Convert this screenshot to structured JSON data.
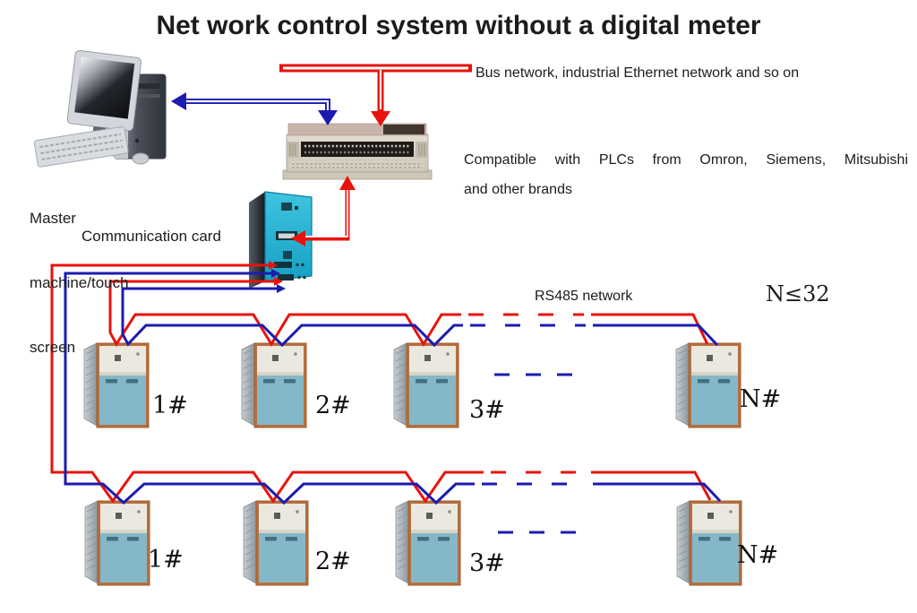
{
  "title": "Net work control system without a digital meter",
  "labels": {
    "master_lines": [
      "Master",
      "machine/touch",
      "screen"
    ],
    "comm_card": "Communication card",
    "bus": "Bus network, industrial Ethernet network and so on",
    "compatible": [
      "Compatible with PLCs from Omron, Siemens, Mitsubishi",
      "and other brands"
    ],
    "rs485": "RS485 network",
    "n_limit": "N≤32"
  },
  "rows": [
    {
      "name": "row-1",
      "cabinets": [
        "1#",
        "2#",
        "3#",
        "N#"
      ]
    },
    {
      "name": "row-2",
      "cabinets": [
        "1#",
        "2#",
        "3#",
        "N#"
      ]
    }
  ],
  "colors": {
    "wire_red": "#e8130c",
    "wire_blue": "#1b1bb0",
    "card_cyan": "#2cb5d5",
    "cabinet_frame": "#b76f3e",
    "cabinet_panel_blue": "#84b8c9",
    "cabinet_panel_cream": "#ebe8df",
    "plc_body": "#d9d3c6"
  }
}
